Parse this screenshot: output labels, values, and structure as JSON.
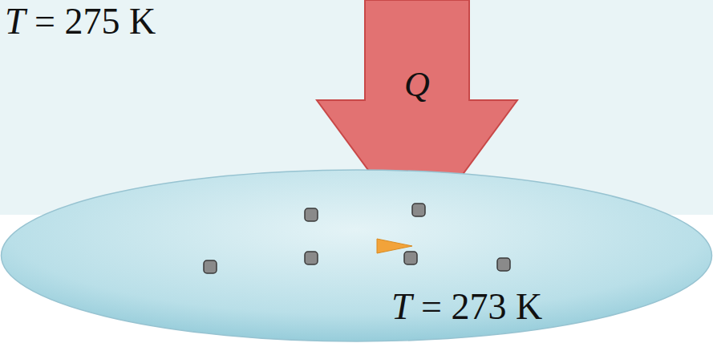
{
  "diagram": {
    "nodes": [
      {
        "text": [
          "T = 275 K"
        ]
      },
      {
        "text": [
          "Q"
        ]
      },
      {
        "text": [
          "T = 273 K"
        ]
      }
    ]
  }
}
